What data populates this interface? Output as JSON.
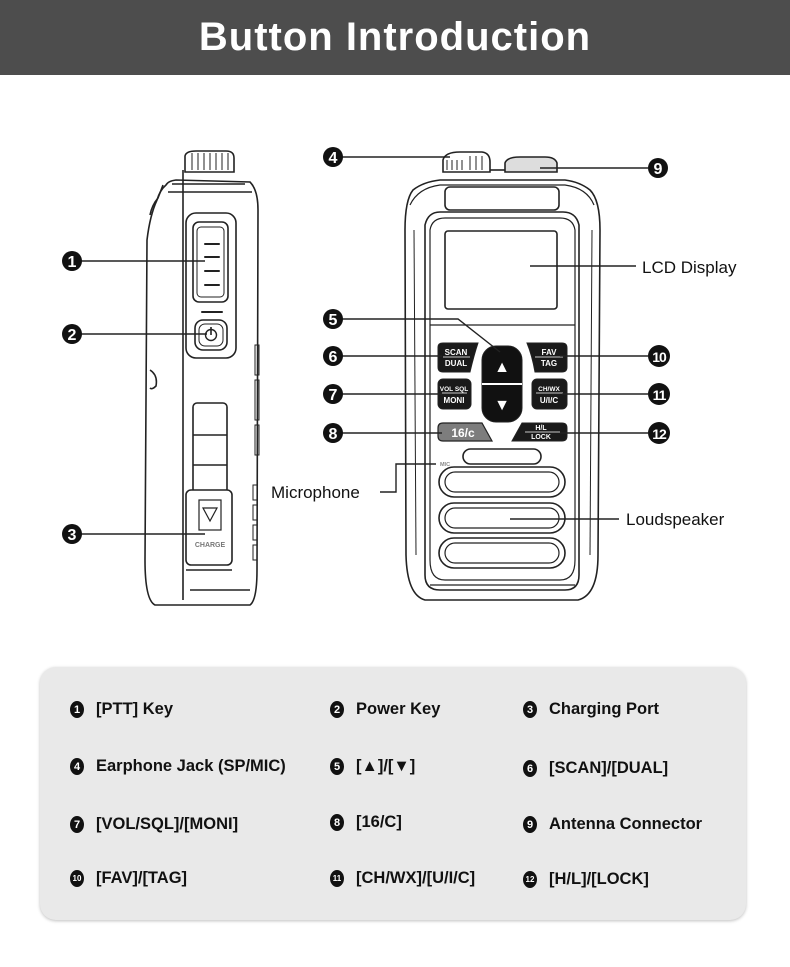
{
  "header": {
    "title": "Button Introduction"
  },
  "colors": {
    "header_bg": "#4d4d4d",
    "legend_bg": "#e9e9e9",
    "ink": "#111111"
  },
  "radio_keys": {
    "scan_top": "SCAN",
    "scan_bottom": "DUAL",
    "volsql_top": "VOL SQL",
    "volsql_bottom": "MONI",
    "ch16": "16/c",
    "fav_top": "FAV",
    "fav_bottom": "TAG",
    "chwx_top": "CH/WX",
    "chwx_bottom": "U/I/C",
    "hl_top": "H/L",
    "hl_bottom": "LOCK",
    "charge_label": "CHARGE",
    "mic_label": "MIC",
    "up_arrow": "▲",
    "down_arrow": "▼"
  },
  "callouts": {
    "numbers": [
      "1",
      "2",
      "3",
      "4",
      "5",
      "6",
      "7",
      "8",
      "9",
      "10",
      "11",
      "12"
    ],
    "lcd": "LCD Display",
    "microphone": "Microphone",
    "loudspeaker": "Loudspeaker"
  },
  "legend": {
    "items": [
      {
        "num": "1",
        "label": "[PTT] Key"
      },
      {
        "num": "2",
        "label": "Power Key"
      },
      {
        "num": "3",
        "label": "Charging Port"
      },
      {
        "num": "4",
        "label": "Earphone Jack (SP/MIC)"
      },
      {
        "num": "5",
        "label": "[▲]/[▼]"
      },
      {
        "num": "6",
        "label": "[SCAN]/[DUAL]"
      },
      {
        "num": "7",
        "label": "[VOL/SQL]/[MONI]"
      },
      {
        "num": "8",
        "label": "[16/C]"
      },
      {
        "num": "9",
        "label": "Antenna Connector"
      },
      {
        "num": "10",
        "label": "[FAV]/[TAG]"
      },
      {
        "num": "11",
        "label": "[CH/WX]/[U/I/C]"
      },
      {
        "num": "12",
        "label": "[H/L]/[LOCK]"
      }
    ]
  }
}
